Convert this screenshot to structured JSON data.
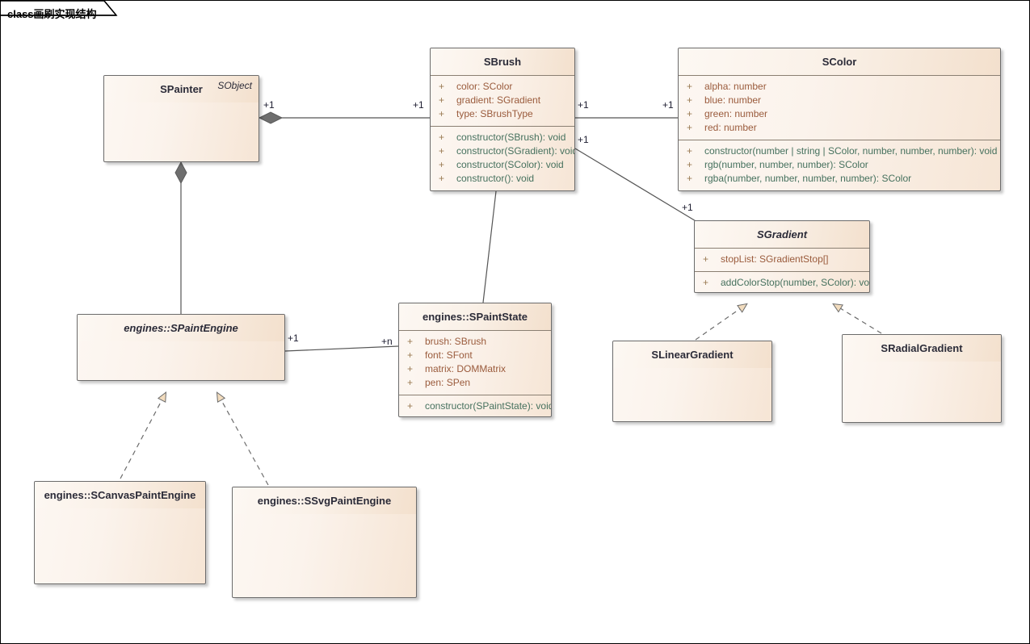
{
  "diagram": {
    "frame_label": "class画刷实现结构",
    "kind": "uml-class-diagram"
  },
  "classes": {
    "spainter": {
      "name": "SPainter",
      "stereotype": "SObject",
      "abstract": false
    },
    "sbrush": {
      "name": "SBrush",
      "abstract": false,
      "attributes": [
        {
          "vis": "+",
          "text": "color: SColor"
        },
        {
          "vis": "+",
          "text": "gradient: SGradient"
        },
        {
          "vis": "+",
          "text": "type: SBrushType"
        }
      ],
      "methods": [
        {
          "vis": "+",
          "text": "constructor(SBrush): void"
        },
        {
          "vis": "+",
          "text": "constructor(SGradient): void"
        },
        {
          "vis": "+",
          "text": "constructor(SColor): void"
        },
        {
          "vis": "+",
          "text": "constructor(): void"
        }
      ]
    },
    "scolor": {
      "name": "SColor",
      "abstract": false,
      "attributes": [
        {
          "vis": "+",
          "text": "alpha: number"
        },
        {
          "vis": "+",
          "text": "blue: number"
        },
        {
          "vis": "+",
          "text": "green: number"
        },
        {
          "vis": "+",
          "text": "red: number"
        }
      ],
      "methods": [
        {
          "vis": "+",
          "text": "constructor(number | string | SColor, number, number, number): void"
        },
        {
          "vis": "+",
          "text": "rgb(number, number, number): SColor"
        },
        {
          "vis": "+",
          "text": "rgba(number, number, number, number): SColor"
        }
      ]
    },
    "sgradient": {
      "name": "SGradient",
      "abstract": true,
      "attributes": [
        {
          "vis": "+",
          "text": "stopList: SGradientStop[]"
        }
      ],
      "methods": [
        {
          "vis": "+",
          "text": "addColorStop(number, SColor): void"
        }
      ]
    },
    "spaintstate": {
      "name": "engines::SPaintState",
      "abstract": false,
      "attributes": [
        {
          "vis": "+",
          "text": "brush: SBrush"
        },
        {
          "vis": "+",
          "text": "font: SFont"
        },
        {
          "vis": "+",
          "text": "matrix: DOMMatrix"
        },
        {
          "vis": "+",
          "text": "pen: SPen"
        }
      ],
      "methods": [
        {
          "vis": "+",
          "text": "constructor(SPaintState): void"
        }
      ]
    },
    "spaintengine": {
      "name": "engines::SPaintEngine",
      "abstract": true
    },
    "scanvaspaintengine": {
      "name": "engines::SCanvasPaintEngine",
      "abstract": false
    },
    "ssvgpaintengine": {
      "name": "engines::SSvgPaintEngine",
      "abstract": false
    },
    "slineargradient": {
      "name": "SLinearGradient",
      "abstract": false
    },
    "sradialgradient": {
      "name": "SRadialGradient",
      "abstract": false
    }
  },
  "multiplicities": {
    "painter_to_brush_source": "+1",
    "painter_to_brush_target": "+1",
    "brush_to_color_source": "+1",
    "brush_to_color_target": "+1",
    "brush_to_gradient_source": "+1",
    "brush_to_gradient_target": "+1",
    "engine_to_state_source": "+1",
    "engine_to_state_target": "+n"
  },
  "relationships": [
    {
      "from": "SPainter",
      "to": "SBrush",
      "type": "aggregation",
      "source_mult": "+1",
      "target_mult": "+1"
    },
    {
      "from": "SBrush",
      "to": "SColor",
      "type": "association",
      "source_mult": "+1",
      "target_mult": "+1"
    },
    {
      "from": "SBrush",
      "to": "SGradient",
      "type": "association",
      "source_mult": "+1",
      "target_mult": "+1"
    },
    {
      "from": "SPainter",
      "to": "engines::SPaintEngine",
      "type": "aggregation"
    },
    {
      "from": "SBrush",
      "to": "engines::SPaintState",
      "type": "association"
    },
    {
      "from": "engines::SPaintEngine",
      "to": "engines::SPaintState",
      "type": "association",
      "source_mult": "+1",
      "target_mult": "+n"
    },
    {
      "from": "engines::SCanvasPaintEngine",
      "to": "engines::SPaintEngine",
      "type": "realization"
    },
    {
      "from": "engines::SSvgPaintEngine",
      "to": "engines::SPaintEngine",
      "type": "realization"
    },
    {
      "from": "SLinearGradient",
      "to": "SGradient",
      "type": "realization"
    },
    {
      "from": "SRadialGradient",
      "to": "SGradient",
      "type": "realization"
    }
  ],
  "colors": {
    "box_border": "#6b6b6b",
    "box_fill_light": "#fdf7f2",
    "box_fill_dark": "#f3e0cd",
    "attribute_text": "#9a5b3c",
    "method_text": "#46715e",
    "visibility_text": "#9a7b53",
    "title_text": "#2b2b38",
    "connector": "#555555",
    "arrow_fill": "#f2dcbe",
    "canvas_border": "#000000"
  }
}
